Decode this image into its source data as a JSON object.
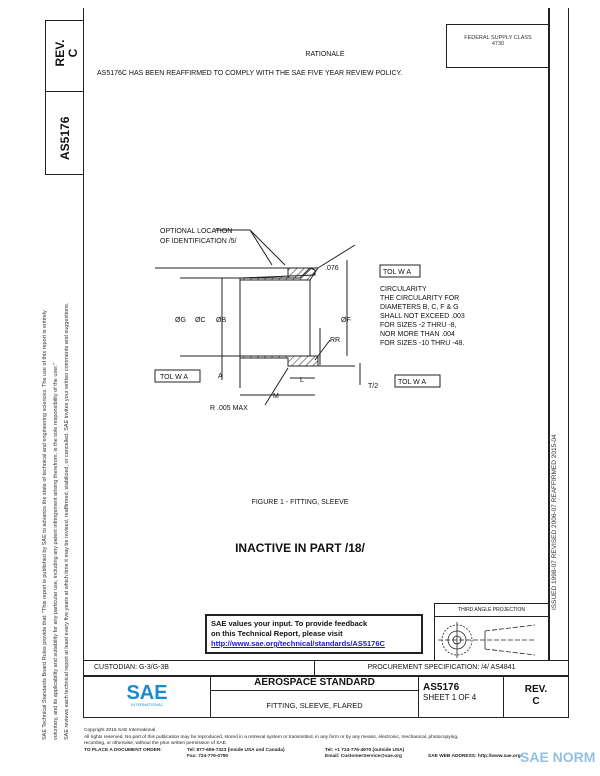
{
  "stamp": {
    "rev_label": "REV.",
    "rev": "C",
    "doc": "AS5176"
  },
  "fsc": {
    "line1": "FEDERAL SUPPLY CLASS",
    "line2": "4730"
  },
  "rationale": {
    "title": "RATIONALE",
    "text": "AS5176C HAS BEEN REAFFIRMED TO COMPLY WITH THE SAE FIVE YEAR REVIEW POLICY."
  },
  "drawing": {
    "opt_loc_1": "OPTIONAL LOCATION",
    "opt_loc_2": "OF IDENTIFICATION /5/",
    "dim_g": "ØG",
    "dim_c": "ØC",
    "dim_b": "ØB",
    "dim_f": "ØF",
    "dim_rr": "RR",
    "dim_m": "M",
    "dim_l": "L",
    "angle": ".076",
    "datum": "A",
    "tol_a": "TOL W  A",
    "tol_b": "TOL W  A",
    "tol_c": "TOL W  A",
    "t": "T/2",
    "radius": "R .005 MAX",
    "circ": [
      "CIRCULARITY",
      "THE CIRCULARITY FOR",
      "DIAMETERS B, C, F & G",
      "SHALL NOT EXCEED .003",
      "FOR SIZES -2 THRU -8,",
      "NOR MORE THAN .004",
      "FOR SIZES -10 THRU -48."
    ],
    "caption": "FIGURE 1 - FITTING, SLEEVE"
  },
  "inactive": "INACTIVE IN PART /18/",
  "feedback": {
    "line1": "SAE values your input. To provide feedback",
    "line2": "on this Technical Report, please visit",
    "link": "http://www.sae.org/technical/standards/AS5176C"
  },
  "projection": "THIRD ANGLE PROJECTION",
  "history": "ISSUED 1998-07    REVISED 2006-07    REAFFIRMED 2015-04",
  "disclaimer": {
    "line1": "SAE Technical Standards Board Rules provide that: \"This report is published by SAE to advance the state of technical and engineering sciences. The use of this report is entirely",
    "line2": "voluntary, and its applicability and suitability for any particular use, including any patent infringement arising therefrom, is the sole responsibility of the user.\"",
    "line3": "SAE reviews each technical report at least every five years at which time it may be revised, reaffirmed, stabilized, or cancelled. SAE invites your written comments and suggestions."
  },
  "custodian": "CUSTODIAN: G-3/G-3B",
  "procurement": "PROCUREMENT SPECIFICATION: /4/ AS4841",
  "title_block": {
    "logo": "SAE",
    "logo_sub": "INTERNATIONAL",
    "heading": "AEROSPACE STANDARD",
    "title": "FITTING, SLEEVE, FLARED",
    "doc": "AS5176",
    "sheet": "SHEET 1 OF 4",
    "rev_label": "REV.",
    "rev": "C"
  },
  "footer": {
    "copyright": "Copyright 2015 SAE International",
    "rights1": "All rights reserved. No part of this publication may be reproduced, stored in a retrieval system or transmitted, in any form or by any means, electronic, mechanical, photocopying,",
    "rights2": "recording, or otherwise, without the prior written permission of SAE.",
    "order": "TO PLACE A DOCUMENT ORDER:",
    "tel1": "Tel: 877-606-7323 (inside USA and Canada)",
    "fax": "Fax: 724-776-0790",
    "tel2": "Tel: +1 724-776-4970 (outside USA)",
    "email": "Email: CustomerService@sae.org",
    "web": "SAE WEB ADDRESS: http://www.sae.org"
  },
  "watermark": "SAE NORM",
  "colors": {
    "sae_blue": "#1a8bd0",
    "link": "#1a1acc",
    "watermark": "#7fb6e0"
  }
}
